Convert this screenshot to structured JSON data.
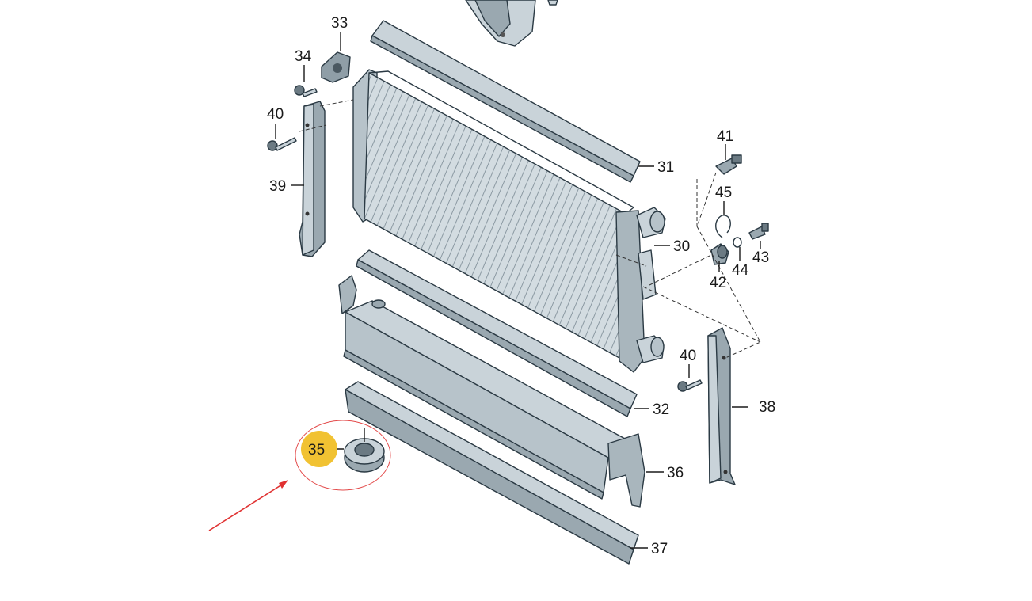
{
  "diagram": {
    "colors": {
      "part_fill": "#c9d3d9",
      "part_shadow": "#9aa8b0",
      "highlight_fill": "#f1c232",
      "highlight_ring": "#e34b4b",
      "arrow": "#e03131"
    },
    "highlighted_part": "35",
    "labels": {
      "p30": "30",
      "p31": "31",
      "p32": "32",
      "p33": "33",
      "p34": "34",
      "p35": "35",
      "p36": "36",
      "p37": "37",
      "p38": "38",
      "p39": "39",
      "p40a": "40",
      "p40b": "40",
      "p41": "41",
      "p42": "42",
      "p43": "43",
      "p44": "44",
      "p45": "45"
    }
  }
}
